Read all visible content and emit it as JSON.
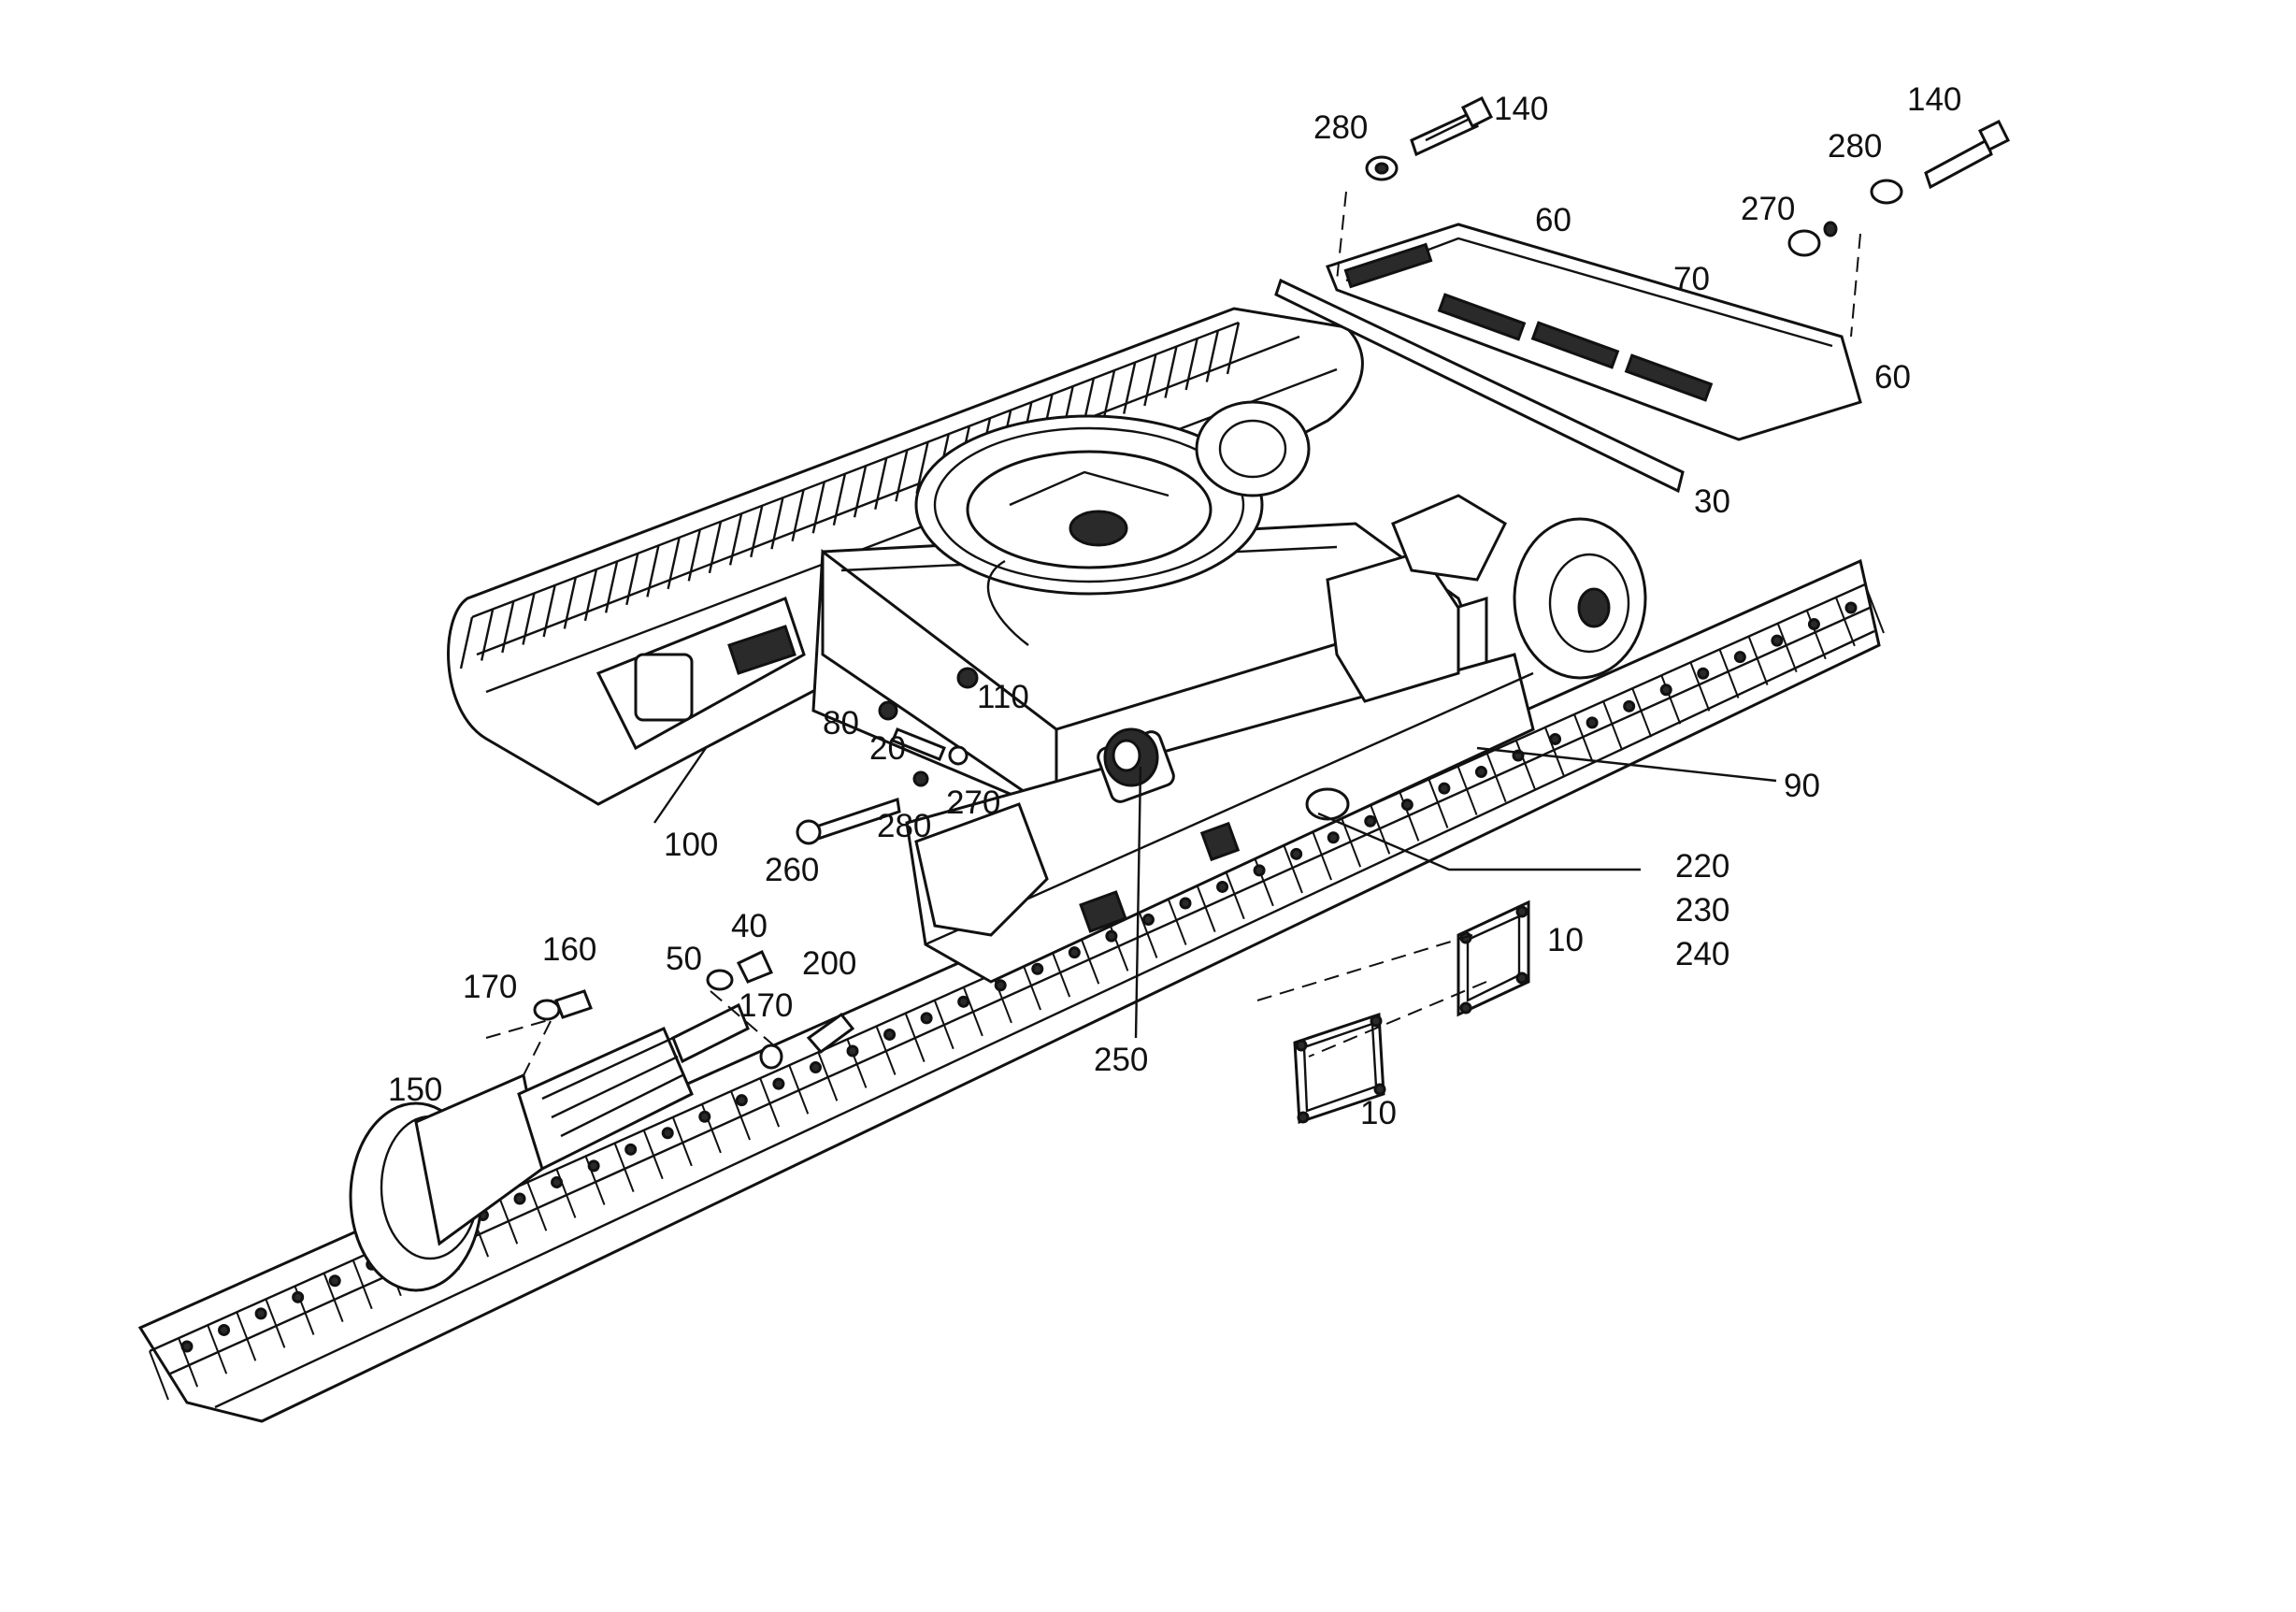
{
  "colors": {
    "ink": "#111111",
    "background": "#ffffff"
  },
  "labels": {
    "l10a": "10",
    "l10b": "10",
    "l20": "20",
    "l30": "30",
    "l40": "40",
    "l50": "50",
    "l60a": "60",
    "l60b": "60",
    "l70": "70",
    "l80": "80",
    "l90": "90",
    "l100": "100",
    "l110": "110",
    "l140a": "140",
    "l140b": "140",
    "l150": "150",
    "l160": "160",
    "l170a": "170",
    "l170b": "170",
    "l200": "200",
    "l220": "220",
    "l230": "230",
    "l240": "240",
    "l250": "250",
    "l260": "260",
    "l270a": "270",
    "l270b": "270",
    "l280a": "280",
    "l280b": "280",
    "l280c": "280"
  }
}
